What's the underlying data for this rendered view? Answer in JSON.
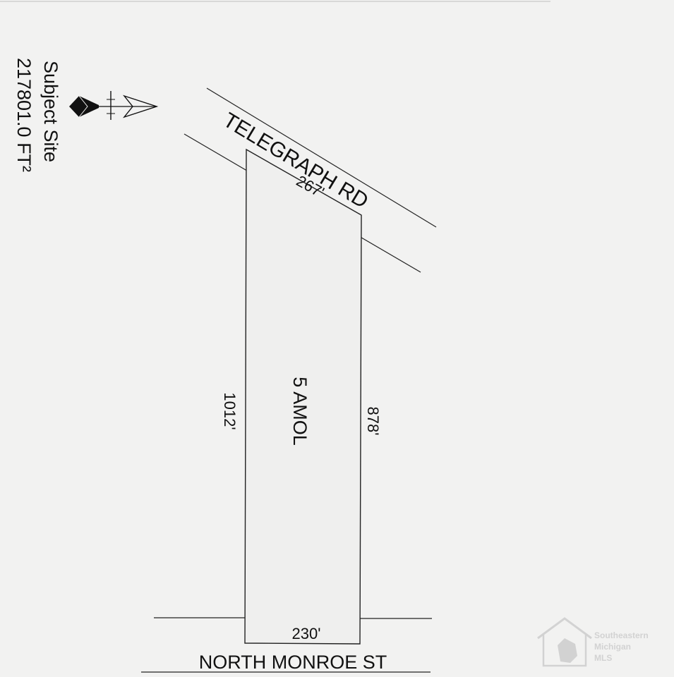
{
  "subject": {
    "label": "Subject Site",
    "area": "217801.0 FT²"
  },
  "roads": {
    "north": "TELEGRAPH RD",
    "south": "NORTH MONROE ST"
  },
  "parcel": {
    "name": "5 AMOL",
    "dimensions": {
      "top": "267'",
      "left": "1012'",
      "right": "878'",
      "bottom": "230'"
    }
  },
  "watermark": {
    "line1": "Southeastern",
    "line2": "Michigan",
    "line3": "MLS"
  },
  "colors": {
    "paper": "#f2f2f1",
    "ink": "#111111",
    "watermark": "#cfcfcf"
  },
  "icons": [
    "north-arrow-icon",
    "house-logo-icon"
  ]
}
